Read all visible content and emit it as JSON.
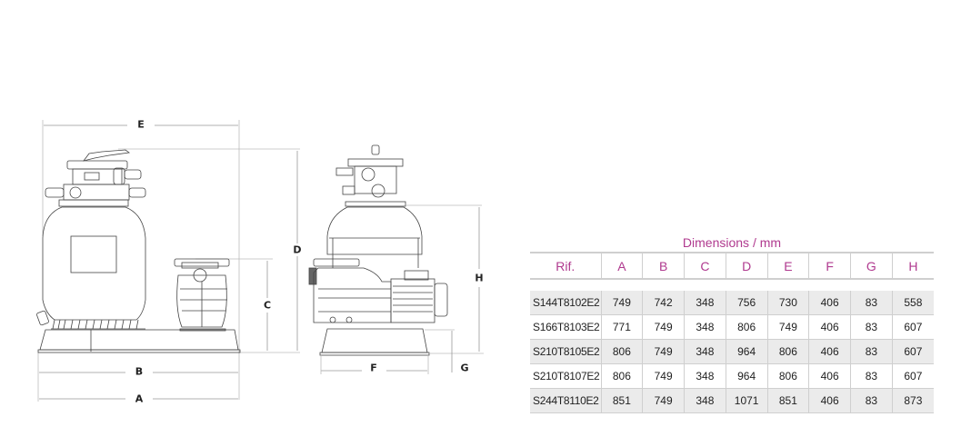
{
  "diagram": {
    "front_view_labels": {
      "A": "A",
      "B": "B",
      "C": "C",
      "D": "D",
      "E": "E"
    },
    "side_view_labels": {
      "F": "F",
      "G": "G",
      "H": "H"
    }
  },
  "table": {
    "title": "Dimensions / mm",
    "headers": [
      "Rif.",
      "A",
      "B",
      "C",
      "D",
      "E",
      "F",
      "G",
      "H"
    ],
    "rows": [
      [
        "S144T8102E2",
        "749",
        "742",
        "348",
        "756",
        "730",
        "406",
        "83",
        "558"
      ],
      [
        "S166T8103E2",
        "771",
        "749",
        "348",
        "806",
        "749",
        "406",
        "83",
        "607"
      ],
      [
        "S210T8105E2",
        "806",
        "749",
        "348",
        "964",
        "806",
        "406",
        "83",
        "607"
      ],
      [
        "S210T8107E2",
        "806",
        "749",
        "348",
        "964",
        "806",
        "406",
        "83",
        "607"
      ],
      [
        "S244T8110E2",
        "851",
        "749",
        "348",
        "1071",
        "851",
        "406",
        "83",
        "873"
      ]
    ]
  },
  "colors": {
    "accent": "#b03a8f",
    "row_shade": "#ebebeb",
    "grid": "#cfcfcf"
  }
}
